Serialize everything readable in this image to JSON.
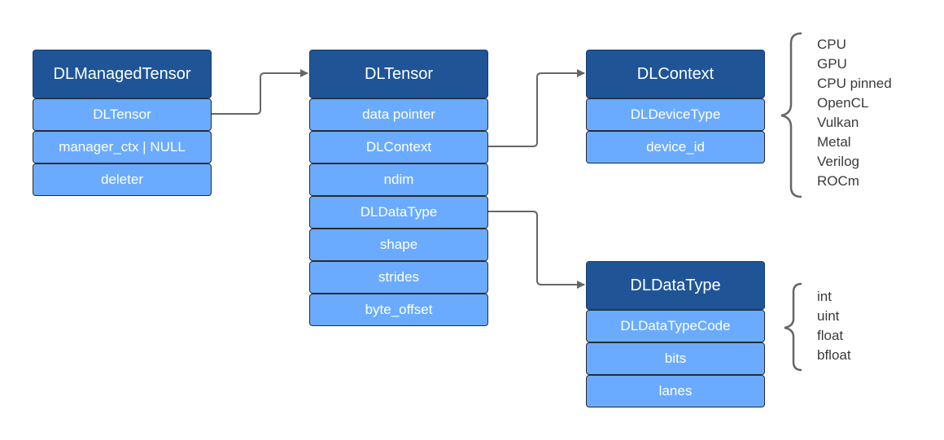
{
  "diagram": {
    "managed_tensor": {
      "title": "DLManagedTensor",
      "fields": [
        "DLTensor",
        "manager_ctx | NULL",
        "deleter"
      ]
    },
    "tensor": {
      "title": "DLTensor",
      "fields": [
        "data pointer",
        "DLContext",
        "ndim",
        "DLDataType",
        "shape",
        "strides",
        "byte_offset"
      ]
    },
    "context": {
      "title": "DLContext",
      "fields": [
        "DLDeviceType",
        "device_id"
      ]
    },
    "data_type": {
      "title": "DLDataType",
      "fields": [
        "DLDataTypeCode",
        "bits",
        "lanes"
      ]
    },
    "device_types": [
      "CPU",
      "GPU",
      "CPU pinned",
      "OpenCL",
      "Vulkan",
      "Metal",
      "Verilog",
      "ROCm"
    ],
    "type_codes": [
      "int",
      "uint",
      "float",
      "bfloat"
    ]
  },
  "colors": {
    "header": "#1f5597",
    "field": "#6aabff",
    "connector": "#666666"
  }
}
